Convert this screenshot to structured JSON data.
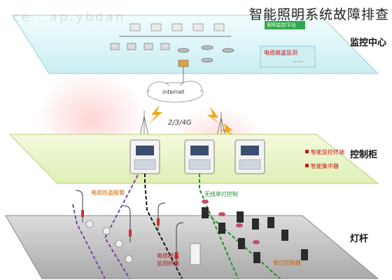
{
  "title": "智能照明系统故障排查",
  "watermark": "ce . ap.ybdan",
  "layers": {
    "monitor": "监控中心",
    "control": "控制柜",
    "pole": "灯杆"
  },
  "monitor": {
    "top_tag": "照明监控平台",
    "platform": "电缆被盗监测",
    "dots": "······"
  },
  "network": {
    "cloud": "internet",
    "wireless": "2/3/4G"
  },
  "control": {
    "terminal": "智能监控终端",
    "concentrator": "智能集中器"
  },
  "pole": {
    "alarm": "电缆防盗报警",
    "wireless_ctrl": "无线单灯控制",
    "detector_l1": "电缆被盗",
    "detector_l2": "监测终端",
    "single_ctrl": "单灯控制器"
  },
  "colors": {
    "top_fill": "#d8f3f6",
    "mid_fill": "#eaf5c6",
    "bottom_fill": "#c9c9c9",
    "accent_red": "#c21818",
    "accent_green": "#1f8f2a",
    "lightning": "#f0a818"
  }
}
